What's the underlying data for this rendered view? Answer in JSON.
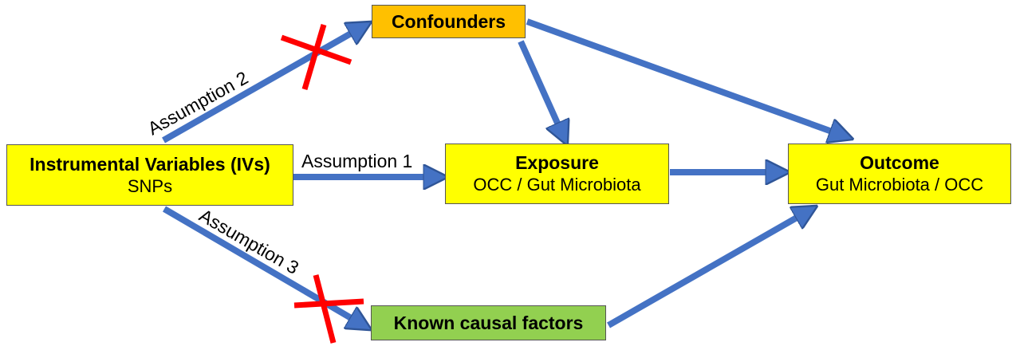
{
  "colors": {
    "arrow": "#4472C4",
    "arrow_outline": "#2F5597",
    "yellow_box": "#FFFF00",
    "confounders_box": "#FFC000",
    "known_box": "#92D050",
    "cross": "#FF0000"
  },
  "nodes": {
    "iv": {
      "title": "Instrumental Variables (IVs)",
      "sub": "SNPs"
    },
    "exposure": {
      "title": "Exposure",
      "sub": "OCC / Gut Microbiota"
    },
    "outcome": {
      "title": "Outcome",
      "sub": "Gut Microbiota / OCC"
    },
    "confounders": {
      "title": "Confounders"
    },
    "known": {
      "title": "Known causal factors"
    }
  },
  "edges": {
    "assumption1": "Assumption 1",
    "assumption2": "Assumption 2",
    "assumption3": "Assumption 3"
  }
}
